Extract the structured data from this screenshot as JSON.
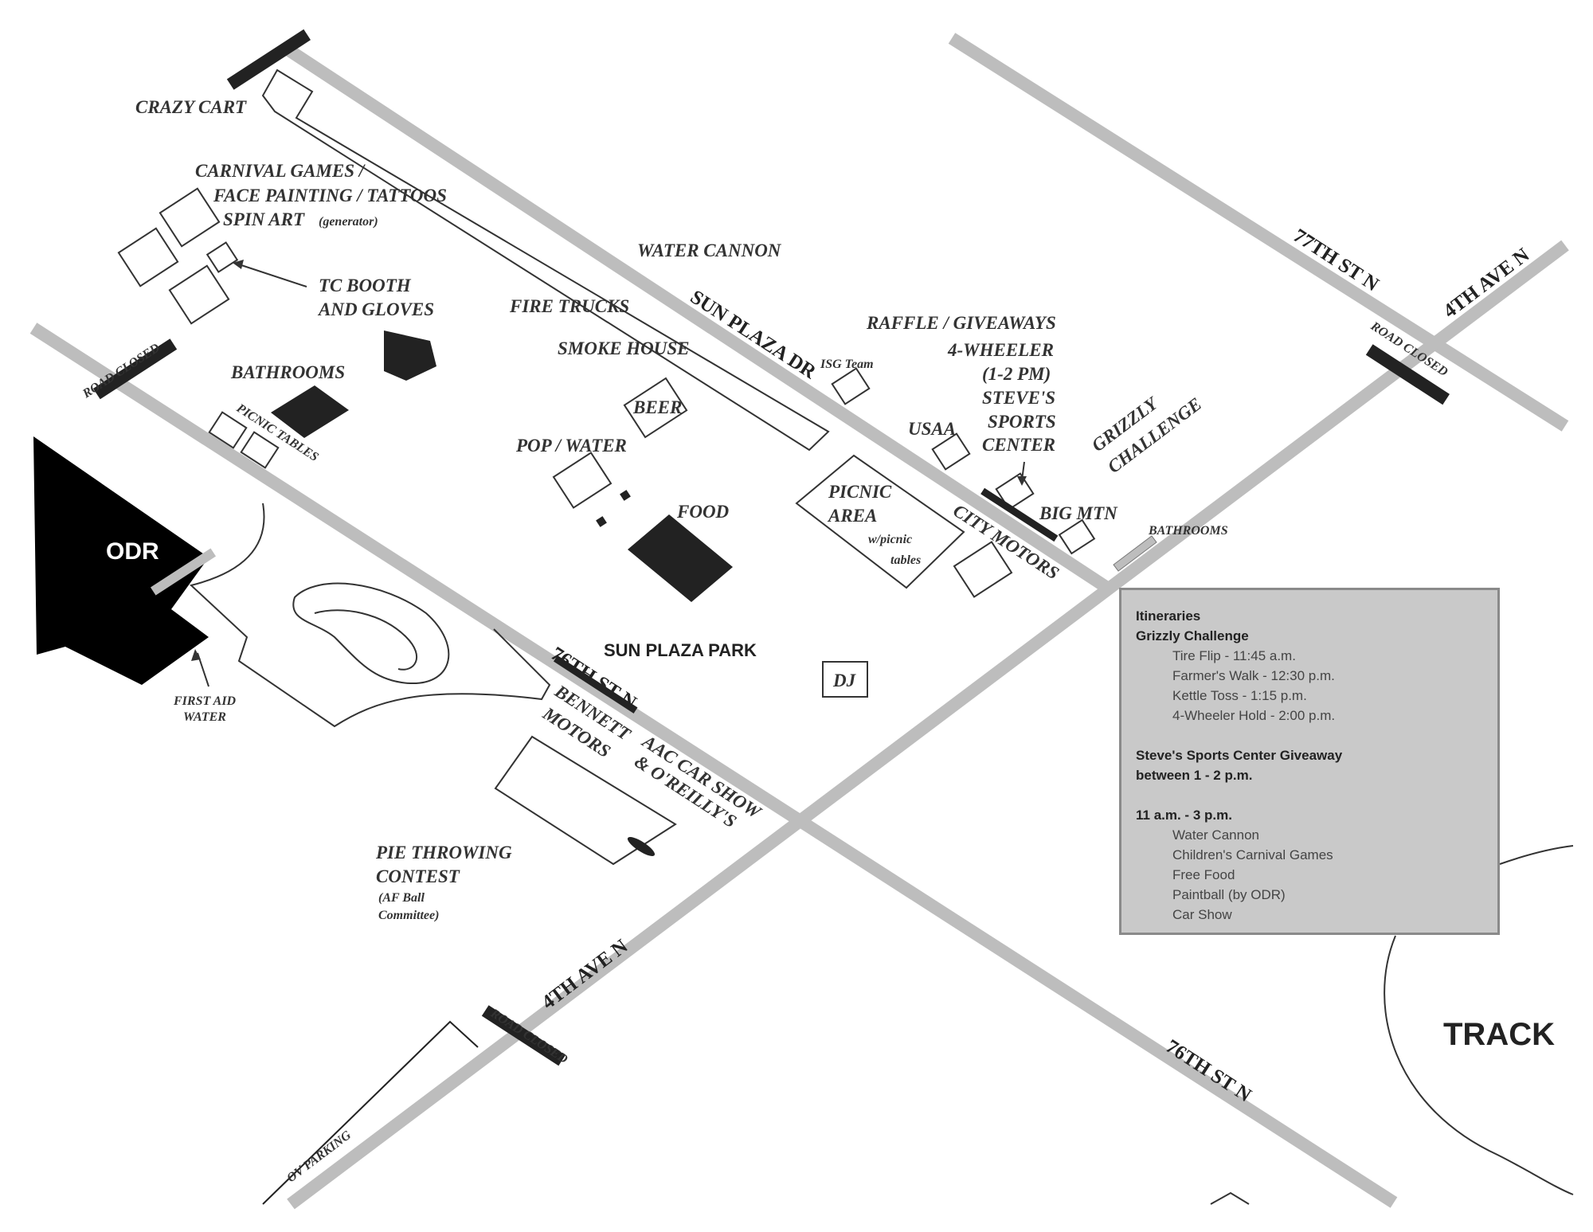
{
  "map": {
    "roads": {
      "sun_plaza_dr": "SUN PLAZA DR",
      "street_77th_top": "77TH ST N",
      "ave_4th_top": "4TH AVE N",
      "street_76th_mid": "76TH ST N",
      "ave_4th_bottom": "4TH AVE N",
      "street_76th_bottom": "76TH ST N",
      "parking": "OV PARKING"
    },
    "barricades": {
      "crazy_cart": "CRAZY CART",
      "left": "ROAD CLOSED",
      "right": "ROAD CLOSED",
      "bottom": "ROAD CLOSED"
    },
    "labels": {
      "carnival": "CARNIVAL GAMES /",
      "face_painting": "FACE PAINTING / TATTOOS",
      "spin_art": "SPIN ART",
      "spin_art_note": "(generator)",
      "tc_booth": "TC BOOTH",
      "and_gloves": "AND GLOVES",
      "bathrooms_left": "BATHROOMS",
      "tables": "PICNIC TABLES",
      "water_cannon": "WATER CANNON",
      "fire_trucks": "FIRE TRUCKS",
      "smoke_house": "SMOKE HOUSE",
      "beer": "BEER",
      "pop_water": "POP / WATER",
      "food": "FOOD",
      "raffle": "RAFFLE / GIVEAWAYS",
      "four_wheeler": "4-WHEELER",
      "four_wheeler_time": "(1-2 PM)",
      "steves": "STEVE'S",
      "sports": "SPORTS",
      "center": "CENTER",
      "isg_team": "ISG Team",
      "usaa": "USAA",
      "grizzly": "GRIZZLY",
      "challenge": "CHALLENGE",
      "picnic": "PICNIC",
      "area": "AREA",
      "picnic_note_1": "w/picnic",
      "picnic_note_2": "tables",
      "city_motors": "CITY MOTORS",
      "big_mtn": "BIG MTN",
      "bathrooms_right": "BATHROOMS",
      "odr": "ODR",
      "first_aid_1": "FIRST AID",
      "first_aid_2": "WATER",
      "sun_plaza_park": "SUN PLAZA PARK",
      "dj": "DJ",
      "bennett": "BENNETT",
      "motors": "MOTORS",
      "aac": "AAC CAR SHOW",
      "oreillys": "& O'REILLY'S",
      "pie_1": "PIE THROWING",
      "pie_2": "CONTEST",
      "pie_3": "(AF Ball",
      "pie_4": "Committee)",
      "track": "TRACK"
    }
  },
  "legend": {
    "title": "Itineraries",
    "section1_title": "Grizzly Challenge",
    "section1_items": [
      "Tire Flip - 11:45 a.m.",
      "Farmer's Walk - 12:30 p.m.",
      "Kettle Toss - 1:15 p.m.",
      "4-Wheeler Hold - 2:00 p.m."
    ],
    "section2_title": "Steve's Sports Center Giveaway",
    "section2_time": "between 1 - 2 p.m.",
    "section3_title": "11 a.m. - 3 p.m.",
    "section3_items": [
      "Water Cannon",
      "Children's Carnival Games",
      "Free Food",
      "Paintball (by ODR)",
      "Car Show"
    ]
  },
  "colors": {
    "road": "#bdbdbd",
    "building": "#222222",
    "legend_bg": "#c9c9c9"
  }
}
